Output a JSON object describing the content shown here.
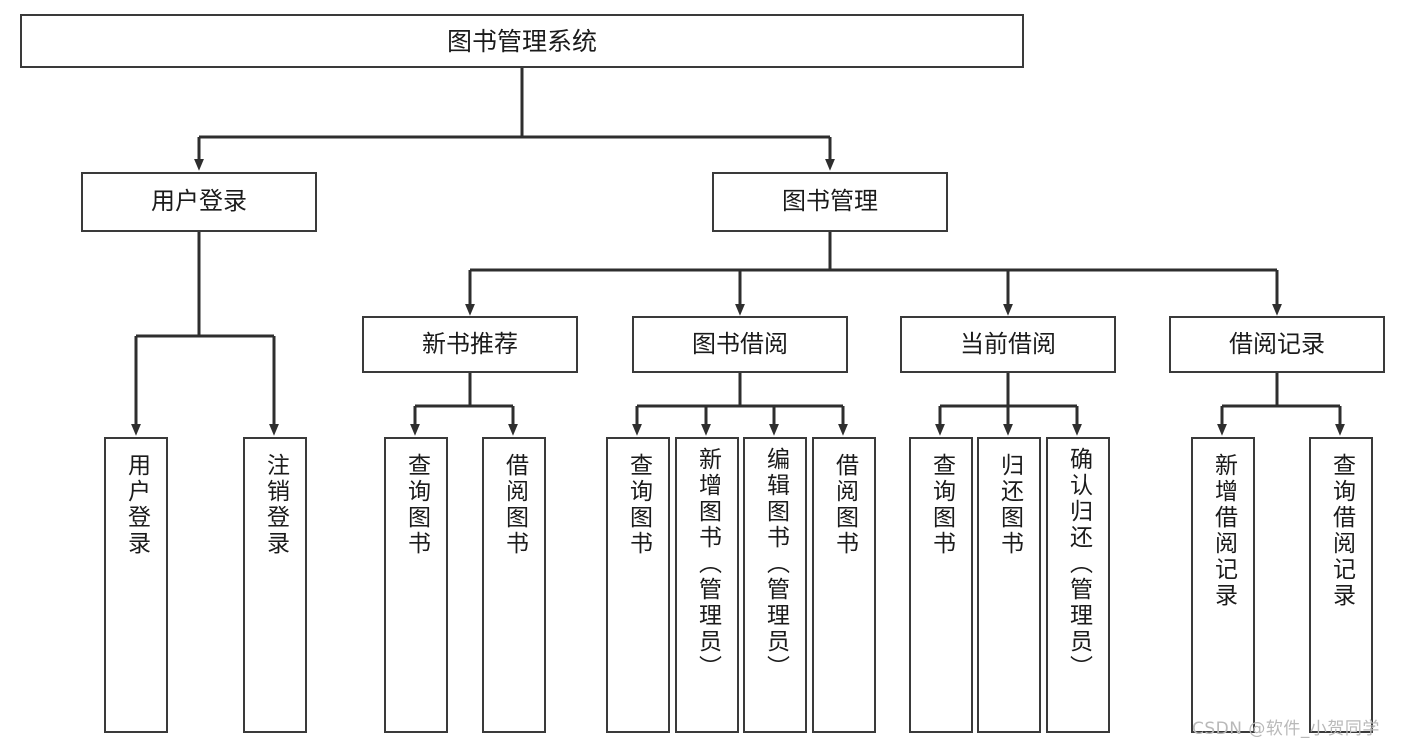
{
  "diagram": {
    "title": "图书管理系统",
    "type": "功能结构图",
    "root": {
      "id": "root",
      "label": "图书管理系统"
    },
    "level1": [
      {
        "id": "user-login",
        "label": "用户登录"
      },
      {
        "id": "book-manage",
        "label": "图书管理"
      }
    ],
    "level2": [
      {
        "id": "new-book-recommend",
        "label": "新书推荐",
        "parent": "book-manage"
      },
      {
        "id": "book-borrow",
        "label": "图书借阅",
        "parent": "book-manage"
      },
      {
        "id": "current-borrow",
        "label": "当前借阅",
        "parent": "book-manage"
      },
      {
        "id": "borrow-record",
        "label": "借阅记录",
        "parent": "book-manage"
      }
    ],
    "leaves": [
      {
        "id": "leaf-user-login",
        "label": "用户登录",
        "parent": "user-login"
      },
      {
        "id": "leaf-user-logout",
        "label": "注销登录",
        "parent": "user-login"
      },
      {
        "id": "leaf-query-book-1",
        "label": "查询图书",
        "parent": "new-book-recommend"
      },
      {
        "id": "leaf-borrow-book-1",
        "label": "借阅图书",
        "parent": "new-book-recommend"
      },
      {
        "id": "leaf-query-book-2",
        "label": "查询图书",
        "parent": "book-borrow"
      },
      {
        "id": "leaf-add-book",
        "label": "新增图书（管理员）",
        "parent": "book-borrow"
      },
      {
        "id": "leaf-edit-book",
        "label": "编辑图书（管理员）",
        "parent": "book-borrow"
      },
      {
        "id": "leaf-borrow-book-2",
        "label": "借阅图书",
        "parent": "book-borrow"
      },
      {
        "id": "leaf-query-book-3",
        "label": "查询图书",
        "parent": "current-borrow"
      },
      {
        "id": "leaf-return-book",
        "label": "归还图书",
        "parent": "current-borrow"
      },
      {
        "id": "leaf-confirm-return",
        "label": "确认归还（管理员）",
        "parent": "current-borrow"
      },
      {
        "id": "leaf-add-record",
        "label": "新增借阅记录",
        "parent": "borrow-record"
      },
      {
        "id": "leaf-query-record",
        "label": "查询借阅记录",
        "parent": "borrow-record"
      }
    ],
    "colors": {
      "box_border": "#3a3a3a",
      "box_fill": "#ffffff",
      "edge": "#2e2e2e",
      "text": "#1b1b1b",
      "watermark": "#b9b9b9",
      "background": "#ffffff"
    }
  },
  "watermark": {
    "text": "CSDN @软件_小贺同学"
  }
}
